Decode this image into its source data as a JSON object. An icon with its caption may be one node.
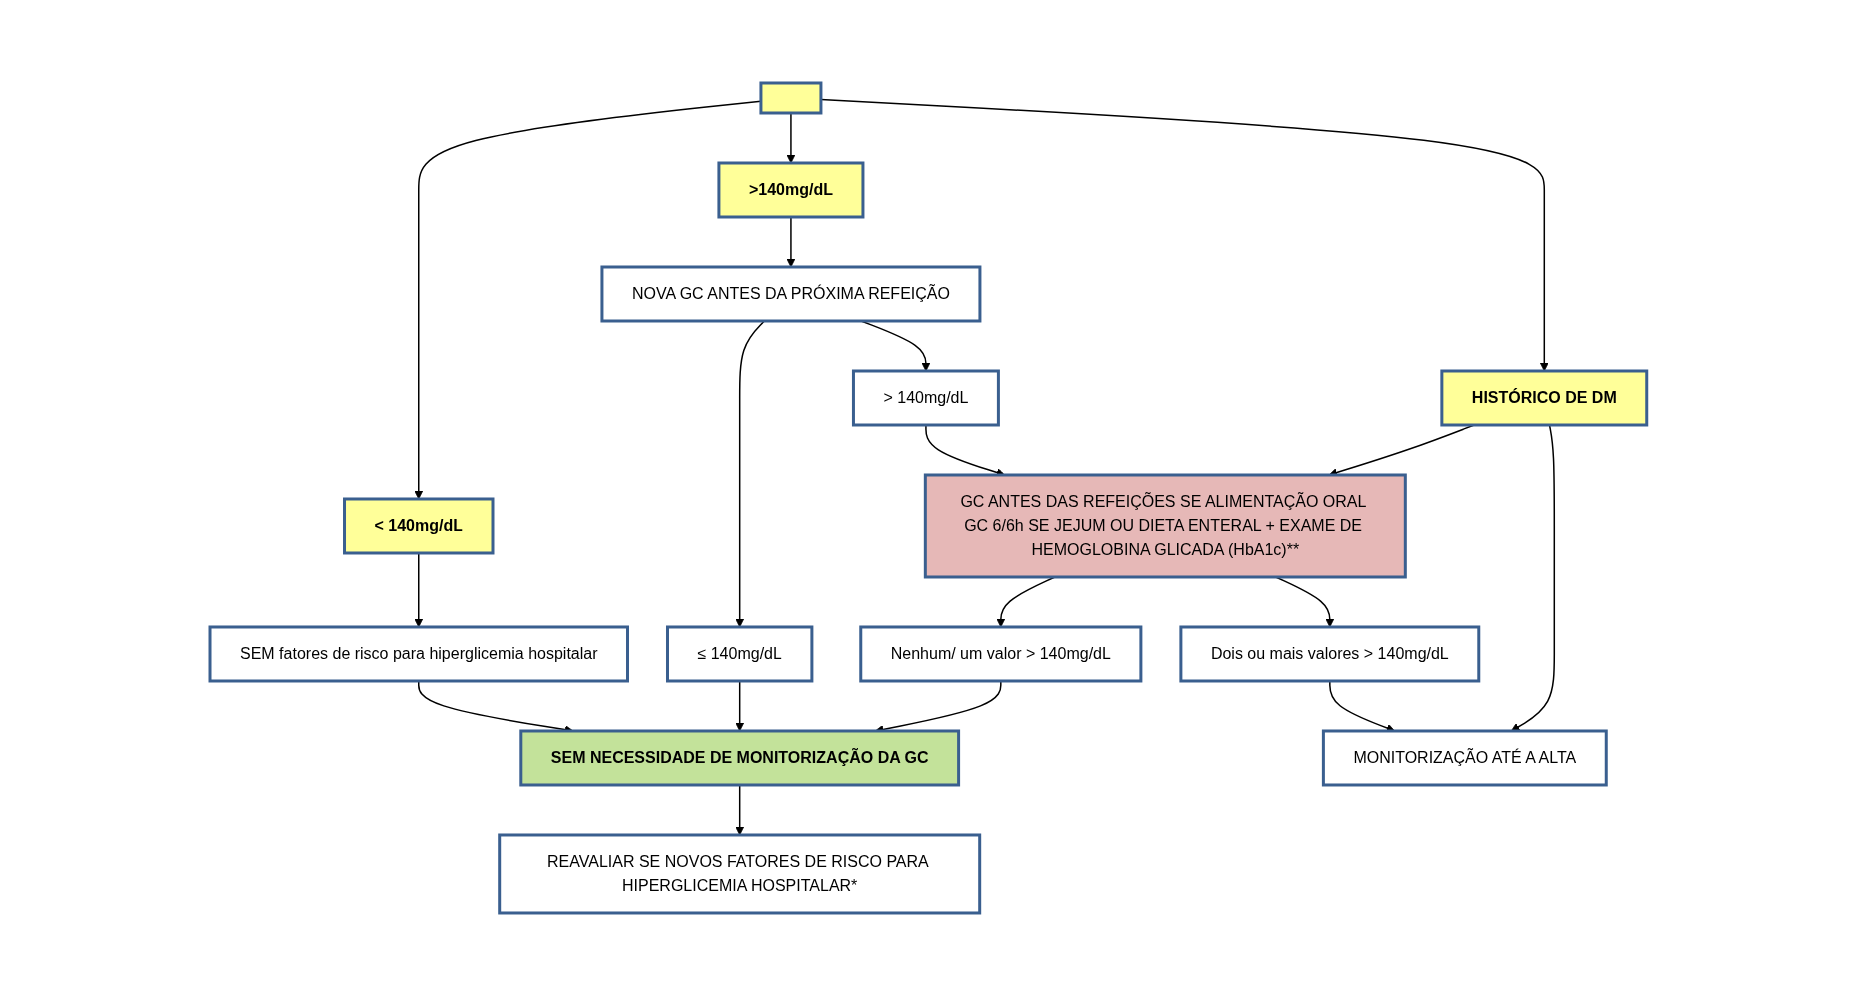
{
  "diagram": {
    "nodes": [
      {
        "text": [],
        "shape": "box"
      },
      {
        "text": [
          "< 140mg/dL"
        ]
      },
      {
        "text": [
          ">140mg/dL"
        ]
      },
      {
        "text": [
          "HISTÓRICO DE DM"
        ]
      },
      {
        "text": [
          "NOVA GC ANTES DA PRÓXIMA REFEIÇÃO"
        ]
      },
      {
        "text": [
          "SEM fatores de risco para hiperglicemia hospitalar"
        ]
      },
      {
        "text": [
          "≤ 140mg/dL"
        ]
      },
      {
        "text": [
          "> 140mg/dL"
        ]
      },
      {
        "text": [
          "SEM NECESSIDADE DE MONITORIZAÇÃO DA GC"
        ]
      },
      {
        "text": [
          "Nenhum/ um valor > 140mg/dL"
        ]
      },
      {
        "text": [
          "GC ANTES DAS REFEIÇÕES SE ALIMENTAÇÃO ORAL GC 6/6h SE JEJUM OU DIETA ENTERAL + EXAME DE HEMOGLOBINA GLICADA (HbA1c)**"
        ]
      },
      {
        "text": [
          "REAVALIAR SE NOVOS FATORES DE RISCO PARA HIPERGLICEMIA HOSPITALAR*"
        ]
      },
      {
        "text": [
          "Dois ou mais valores > 140mg/dL"
        ]
      },
      {
        "text": [
          "MONITORIZAÇÃO ATÉ A ALTA"
        ]
      }
    ],
    "edges": [
      {
        "from": 0,
        "to": 1,
        "arrow": "to"
      },
      {
        "from": 0,
        "to": 2,
        "arrow": "to"
      },
      {
        "from": 0,
        "to": 3,
        "arrow": "to"
      },
      {
        "from": 1,
        "to": 5,
        "arrow": "to"
      },
      {
        "from": 2,
        "to": 4,
        "arrow": "to"
      },
      {
        "from": 4,
        "to": 6,
        "arrow": "to"
      },
      {
        "from": 4,
        "to": 7,
        "arrow": "to"
      },
      {
        "from": 5,
        "to": 8,
        "arrow": "to"
      },
      {
        "from": 6,
        "to": 8,
        "arrow": "to"
      },
      {
        "from": 7,
        "to": 10,
        "arrow": "to"
      },
      {
        "from": 3,
        "to": 10,
        "arrow": "to"
      },
      {
        "from": 3,
        "to": 13,
        "arrow": "to"
      },
      {
        "from": 10,
        "to": 9,
        "arrow": "to"
      },
      {
        "from": 9,
        "to": 8,
        "arrow": "to"
      },
      {
        "from": 8,
        "to": 11,
        "arrow": "to"
      },
      {
        "from": 10,
        "to": 12,
        "arrow": "to"
      },
      {
        "from": 12,
        "to": 13,
        "arrow": "to"
      }
    ]
  }
}
